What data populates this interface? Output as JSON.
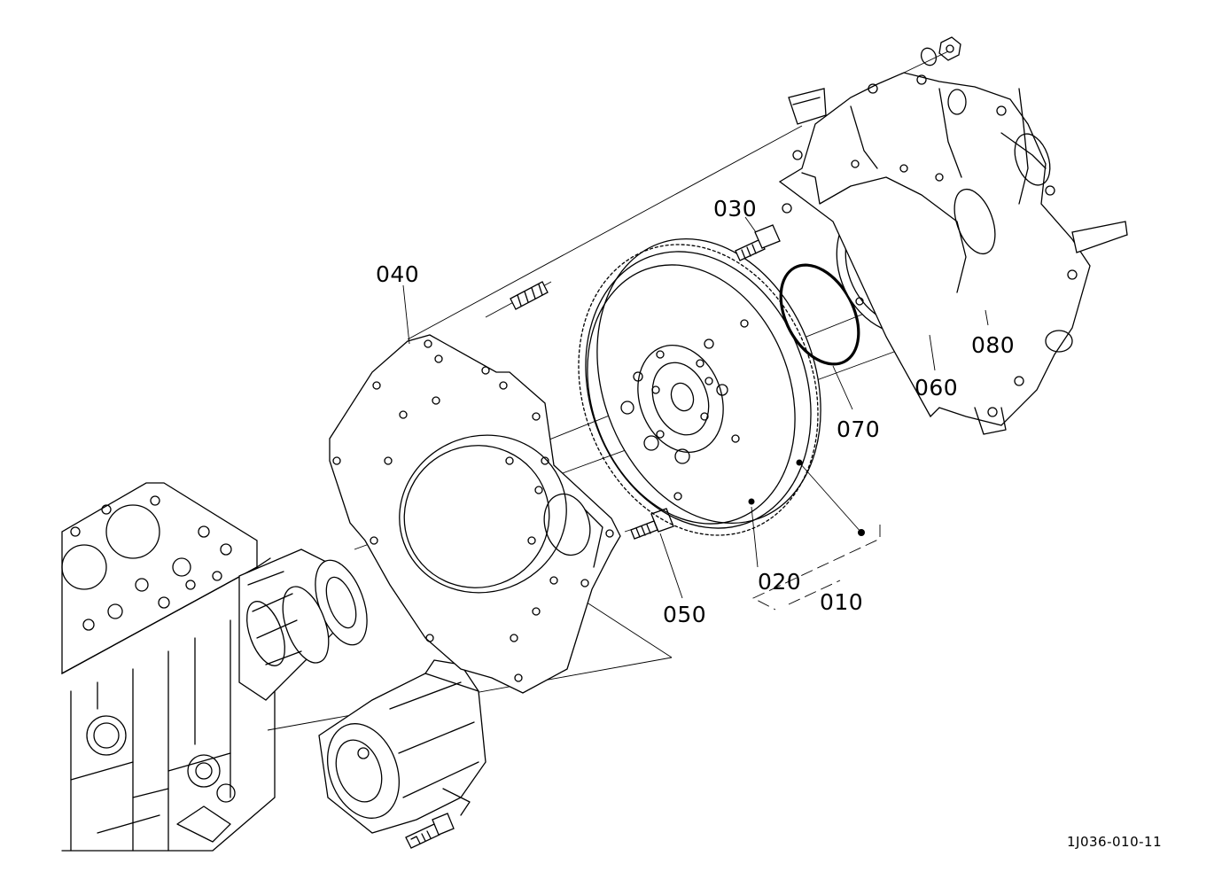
{
  "parts": [
    {
      "id": "part-030",
      "label": "030"
    },
    {
      "id": "part-040",
      "label": "040"
    },
    {
      "id": "part-080",
      "label": "080"
    },
    {
      "id": "part-060",
      "label": "060"
    },
    {
      "id": "part-070",
      "label": "070"
    },
    {
      "id": "part-020",
      "label": "020"
    },
    {
      "id": "part-010",
      "label": "010"
    },
    {
      "id": "part-050",
      "label": "050"
    }
  ],
  "drawing_code": "1J036-010-11"
}
